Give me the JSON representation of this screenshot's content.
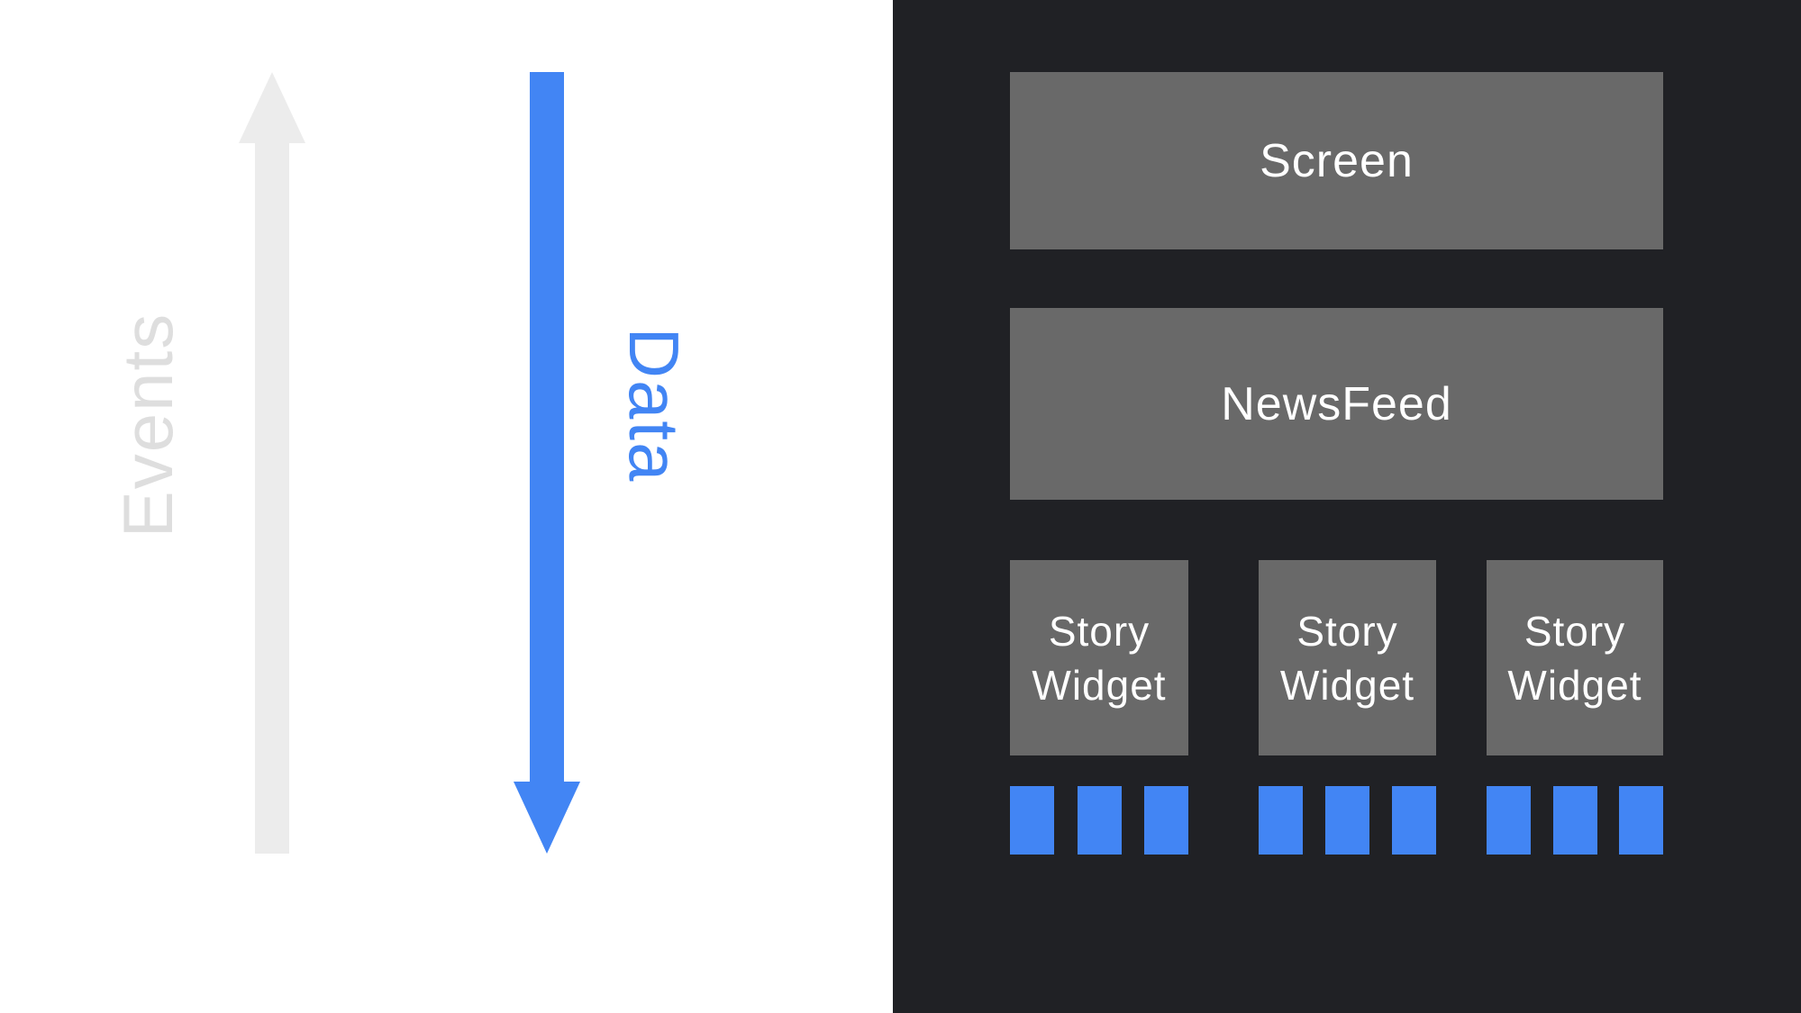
{
  "left_panel": {
    "events_label": "Events",
    "data_label": "Data"
  },
  "right_panel": {
    "screen_label": "Screen",
    "newsfeed_label": "NewsFeed",
    "story_widgets": [
      {
        "label": "Story Widget",
        "data_block_count": 3
      },
      {
        "label": "Story Widget",
        "data_block_count": 3
      },
      {
        "label": "Story Widget",
        "data_block_count": 3
      }
    ]
  },
  "colors": {
    "page-bg": "#ffffff",
    "panel-bg": "#202125",
    "box-gray": "#696969",
    "label-white": "#ffffff",
    "accent-blue": "#4285f4",
    "arrow-gray": "#ececec",
    "events-gray": "#dedede"
  }
}
